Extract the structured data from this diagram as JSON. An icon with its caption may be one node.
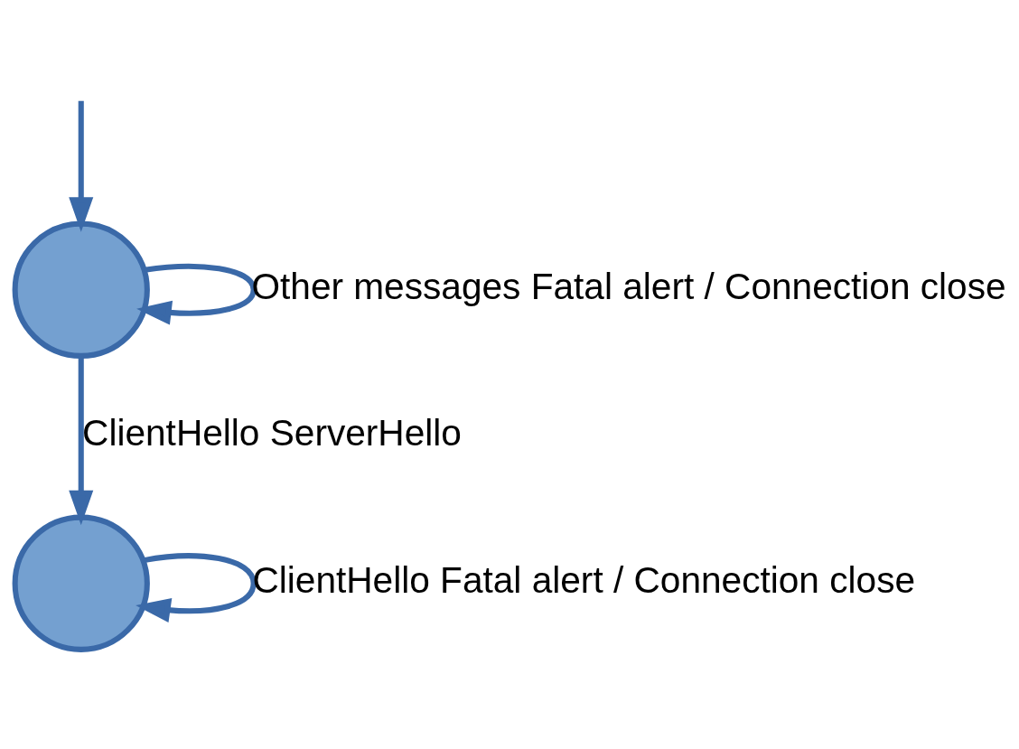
{
  "diagram": {
    "nodes": [
      {
        "text": [],
        "shape": "circle"
      },
      {
        "text": [],
        "shape": "circle"
      }
    ],
    "edges": [
      {
        "from": null,
        "to": 0,
        "arrow": "to"
      },
      {
        "from": 0,
        "to": 0,
        "arrow": "to",
        "label": "Other messages Fatal alert / Connection close"
      },
      {
        "from": 0,
        "to": 1,
        "arrow": "to",
        "label": "ClientHello ServerHello"
      },
      {
        "from": 1,
        "to": 1,
        "arrow": "to",
        "label": "ClientHello Fatal alert / Connection close"
      }
    ]
  }
}
